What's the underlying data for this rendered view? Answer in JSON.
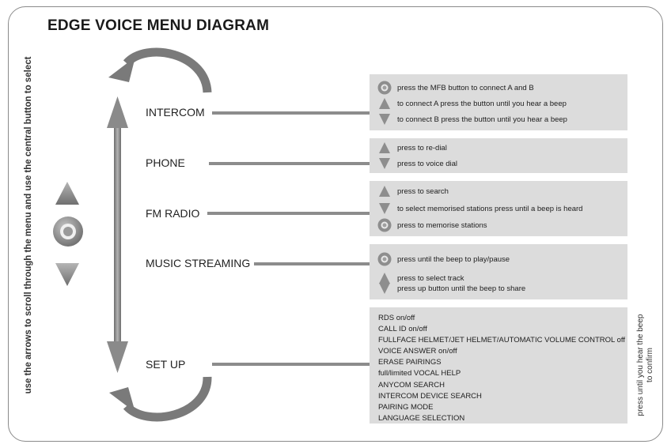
{
  "title": "EDGE VOICE MENU DIAGRAM",
  "left_instruction": "use the arrows to scroll through the menu and use the central button to select",
  "right_instruction_line1": "press until you hear the beep",
  "right_instruction_line2": "to confirm",
  "colors": {
    "panel": "#dcdcdc",
    "connector": "#8c8c8c",
    "icon_grey": "#8e8e8e",
    "frame": "#8a8a8a"
  },
  "menu": [
    {
      "label": "INTERCOM",
      "items": [
        {
          "icon": "center-button-icon",
          "text": "press the MFB button to connect A and B"
        },
        {
          "icon": "up-arrow-icon",
          "text": "to connect A press the button until you hear a beep"
        },
        {
          "icon": "down-arrow-icon",
          "text": "to connect B press the button until you hear a beep"
        }
      ]
    },
    {
      "label": "PHONE",
      "items": [
        {
          "icon": "up-arrow-icon",
          "text": "press to re-dial"
        },
        {
          "icon": "down-arrow-icon",
          "text": "press to voice dial"
        }
      ]
    },
    {
      "label": "FM RADIO",
      "items": [
        {
          "icon": "up-arrow-icon",
          "text": "press to search"
        },
        {
          "icon": "down-arrow-icon",
          "text": "to select memorised stations press until a beep is heard"
        },
        {
          "icon": "center-button-icon",
          "text": "press to memorise stations"
        }
      ]
    },
    {
      "label": "MUSIC STREAMING",
      "items": [
        {
          "icon": "center-button-icon",
          "text": "press until the beep to play/pause"
        },
        {
          "icon": "up-arrow-icon",
          "text": "press to select track"
        },
        {
          "icon": "down-arrow-icon",
          "text": "press up button until the beep to share"
        }
      ]
    },
    {
      "label": "SET UP",
      "items": [
        "RDS on/off",
        "CALL ID on/off",
        "FULLFACE HELMET/JET HELMET/AUTOMATIC VOLUME CONTROL off",
        "VOICE ANSWER on/off",
        "ERASE PAIRINGS",
        "full/limited VOCAL HELP",
        "ANYCOM SEARCH",
        "INTERCOM DEVICE SEARCH",
        "PAIRING MODE",
        "LANGUAGE SELECTION"
      ]
    }
  ]
}
